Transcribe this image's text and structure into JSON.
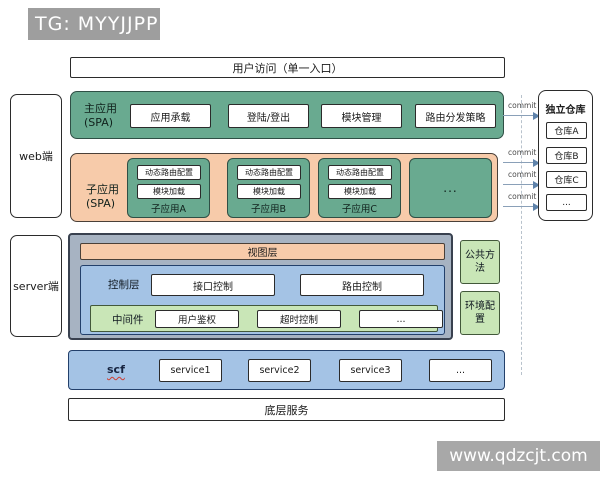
{
  "badge": {
    "text": "TG: MYYJJPP"
  },
  "top_bar": {
    "label": "用户访问（单一入口）"
  },
  "sides": {
    "web": "web端",
    "server": "server端"
  },
  "main_app": {
    "title_line1": "主应用",
    "title_line2": "(SPA)",
    "modules": [
      "应用承载",
      "登陆/登出",
      "模块管理",
      "路由分发策略"
    ]
  },
  "sub_app": {
    "title_line1": "子应用",
    "title_line2": "(SPA)",
    "apps": [
      {
        "name": "子应用A",
        "features": [
          "动态路由配置",
          "模块加载"
        ]
      },
      {
        "name": "子应用B",
        "features": [
          "动态路由配置",
          "模块加载"
        ]
      },
      {
        "name": "子应用C",
        "features": [
          "动态路由配置",
          "模块加载"
        ]
      }
    ],
    "more": "..."
  },
  "server": {
    "view_layer": "视图层",
    "control_layer": {
      "label": "控制层",
      "items": [
        "接口控制",
        "路由控制"
      ]
    },
    "middleware": {
      "label": "中间件",
      "items": [
        "用户鉴权",
        "超时控制",
        "..."
      ]
    },
    "side_boxes": [
      "公共方法",
      "环境配置"
    ]
  },
  "scf": {
    "label": "scf",
    "services": [
      "service1",
      "service2",
      "service3",
      "..."
    ]
  },
  "bottom_bar": {
    "label": "底层服务"
  },
  "repo": {
    "title": "独立仓库",
    "items": [
      "仓库A",
      "仓库B",
      "仓库C",
      "..."
    ],
    "commit_label": "commit"
  },
  "watermark": {
    "text": "www.qdzcjt.com"
  },
  "colors": {
    "green": "#69aa90",
    "peach": "#f7cbaa",
    "blue": "#a4c3e5",
    "light_green": "#c9e6b7",
    "gray_blue": "#a7b3c2",
    "badge_gray": "#9e9e9e",
    "watermark_gray": "#a8a8a8",
    "arrow_blue": "#5f83ab"
  }
}
